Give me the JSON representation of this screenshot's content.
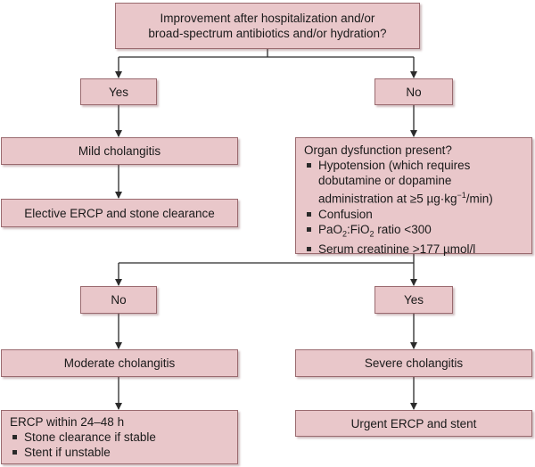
{
  "question": {
    "line1": "Improvement after hospitalization and/or",
    "line2": "broad-spectrum antibiotics and/or hydration?"
  },
  "branch_yes": "Yes",
  "branch_no": "No",
  "mild": "Mild cholangitis",
  "mild_action": "Elective ERCP and stone clearance",
  "organ": {
    "title": "Organ dysfunction present?",
    "hypotension_line1": "Hypotension (which requires",
    "hypotension_line2": "dobutamine or dopamine",
    "hypotension_line3_a": "administration at ≥5 µg·kg",
    "hypotension_line3_sup": "−1",
    "hypotension_line3_b": "/min)",
    "confusion": "Confusion",
    "pao2_a": "PaO",
    "pao2_sub1": "2",
    "pao2_b": ":FiO",
    "pao2_sub2": "2",
    "pao2_c": " ratio <300",
    "creatinine": "Serum creatinine >177 µmol/l"
  },
  "branch2_no": "No",
  "branch2_yes": "Yes",
  "moderate": "Moderate cholangitis",
  "severe": "Severe cholangitis",
  "moderate_action": {
    "title": "ERCP within 24–48 h",
    "items": [
      "Stone clearance if stable",
      "Stent if unstable"
    ]
  },
  "severe_action": "Urgent ERCP and stent",
  "colors": {
    "box_fill": "#e9c7ca",
    "box_border": "#9a6a6f",
    "line": "#2b2b2b"
  }
}
